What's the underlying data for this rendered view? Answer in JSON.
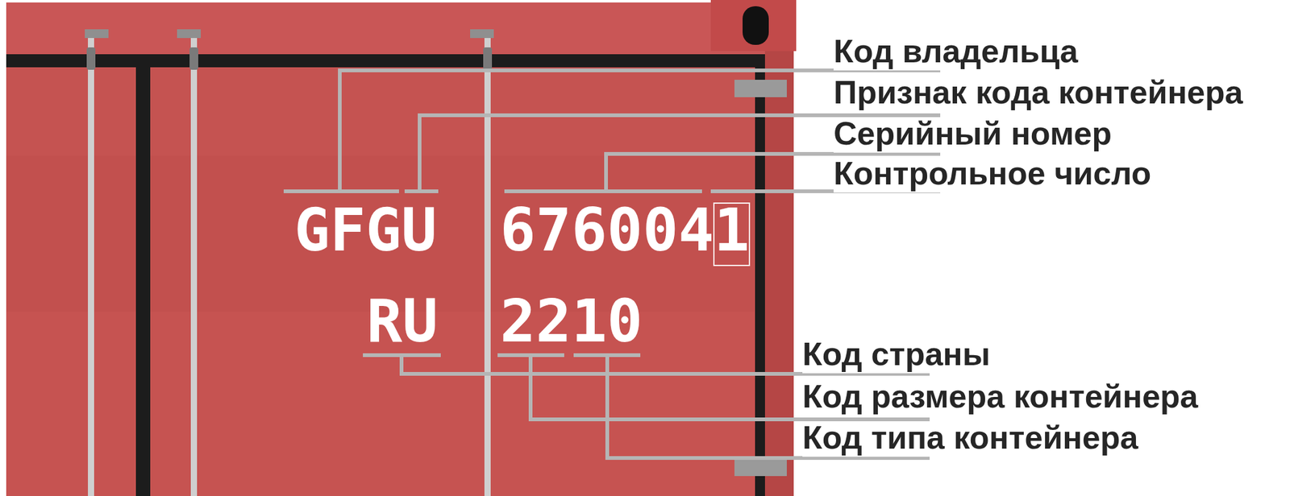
{
  "diagram": {
    "labels": [
      "Код владельца",
      "Признак кода контейнера",
      "Серийный номер",
      "Контрольное число",
      "GFGU",
      "676004",
      "1",
      "RU",
      "2210",
      "Код страны",
      "Код размера контейнера",
      "Код типа контейнера"
    ]
  }
}
